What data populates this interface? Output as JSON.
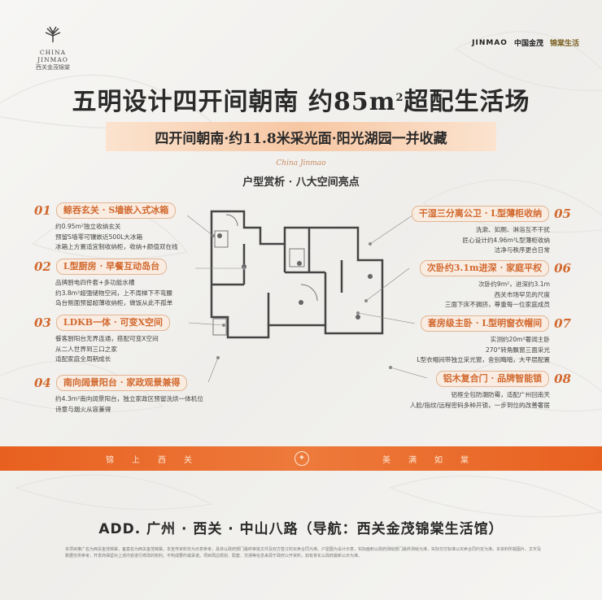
{
  "logo_left": {
    "cn": "西关金茂锦棠",
    "en": "CHINA JINMAO"
  },
  "logo_right": {
    "brand1": "JINMAO",
    "brand2": "中国金茂",
    "brand3": "锦棠生活"
  },
  "headline": {
    "main": "五明设计四开间朝南  约85m",
    "sup": "2",
    "tail": "超配生活场"
  },
  "subbar": "四开间朝南·约11.8米采光面·阳光湖园一并收藏",
  "script_text": "China Jinmao",
  "section_title": "户型赏析 · 八大空间亮点",
  "features_left": [
    {
      "num": "01",
      "title": "鲸吞玄关 · S墙嵌入式冰箱",
      "lines": [
        "约0.95m²独立收纳玄关",
        "预留S墙零可镶嵌近500L大冰箱",
        "冰箱上方置适宜制收纳柜，收纳+颜值双在线"
      ]
    },
    {
      "num": "02",
      "title": "L型厨房 · 早餐互动岛台",
      "lines": [
        "品牌厨电四件套+多功能水槽",
        "约3.8m²超强储物空间，上不周梯下不弯腰",
        "岛台侧面预留超薄收纳柜，做饭从此不孤单"
      ]
    },
    {
      "num": "03",
      "title": "LDKB一体 · 可变X空间",
      "lines": [
        "餐客厨阳台无界连通，搭配可变X空间",
        "从二人世界到三口之家",
        "适配家庭全周期成长"
      ]
    },
    {
      "num": "04",
      "title": "南向阔景阳台 · 家政观景兼得",
      "lines": [
        "约4.3m²南向阔景阳台，独立家政区预留洗烘一体机位",
        "诗意与烟火从容兼得"
      ]
    }
  ],
  "features_right": [
    {
      "num": "05",
      "title": "干湿三分离公卫 · L型薄柜收纳",
      "lines": [
        "洗漱、如厕、淋浴互不干扰",
        "匠心设计约4.96m²L型薄柜收纳",
        "洁净与秩序更合日常"
      ]
    },
    {
      "num": "06",
      "title": "次卧约3.1m进深 · 家庭平权",
      "lines": [
        "次卧约9m²，进深约3.1m",
        "西关市场罕见的尺度",
        "三面下床不拥挤，尊重每一位家庭成员"
      ]
    },
    {
      "num": "07",
      "title": "套房级主卧 · L型明窗衣帽间",
      "lines": [
        "实测约20m²奢阔主卧",
        "270°转角飘窗三面采光",
        "L型衣帽间带独立采光窗，舍别晦暗，大平层配置"
      ]
    },
    {
      "num": "08",
      "title": "铝木复合门 · 品牌智能锁",
      "lines": [
        "铝框全包防潮防霉，适配广州回南天",
        "人脸/指纹/远程密码多种开锁，一步到位的改善奢居"
      ]
    }
  ],
  "band": {
    "left": "锦上西关",
    "right": "美满如棠"
  },
  "address": "ADD. 广州 · 西关 · 中山八路（导航：西关金茂锦棠生活馆）",
  "disclaimer": "本项目推广名为西关金茂锦棠，备案名为西关金茂锦棠。本宣传资料仅为示意参考，具体以政府部门最终审批文件及双方签订的买卖合同为准。户型图为设计示意，实际面积以政府测绘部门最终测绘为准，实际交付标准以买卖合同约定为准。本资料所载图片、文字及数据仅供参考，开发商保留对上述内容进行修改的权利，不构成要约或承诺。项目周边规划、配套、交通等信息来源于政府公开资料，如有变化以政府最新公示为准。"
}
